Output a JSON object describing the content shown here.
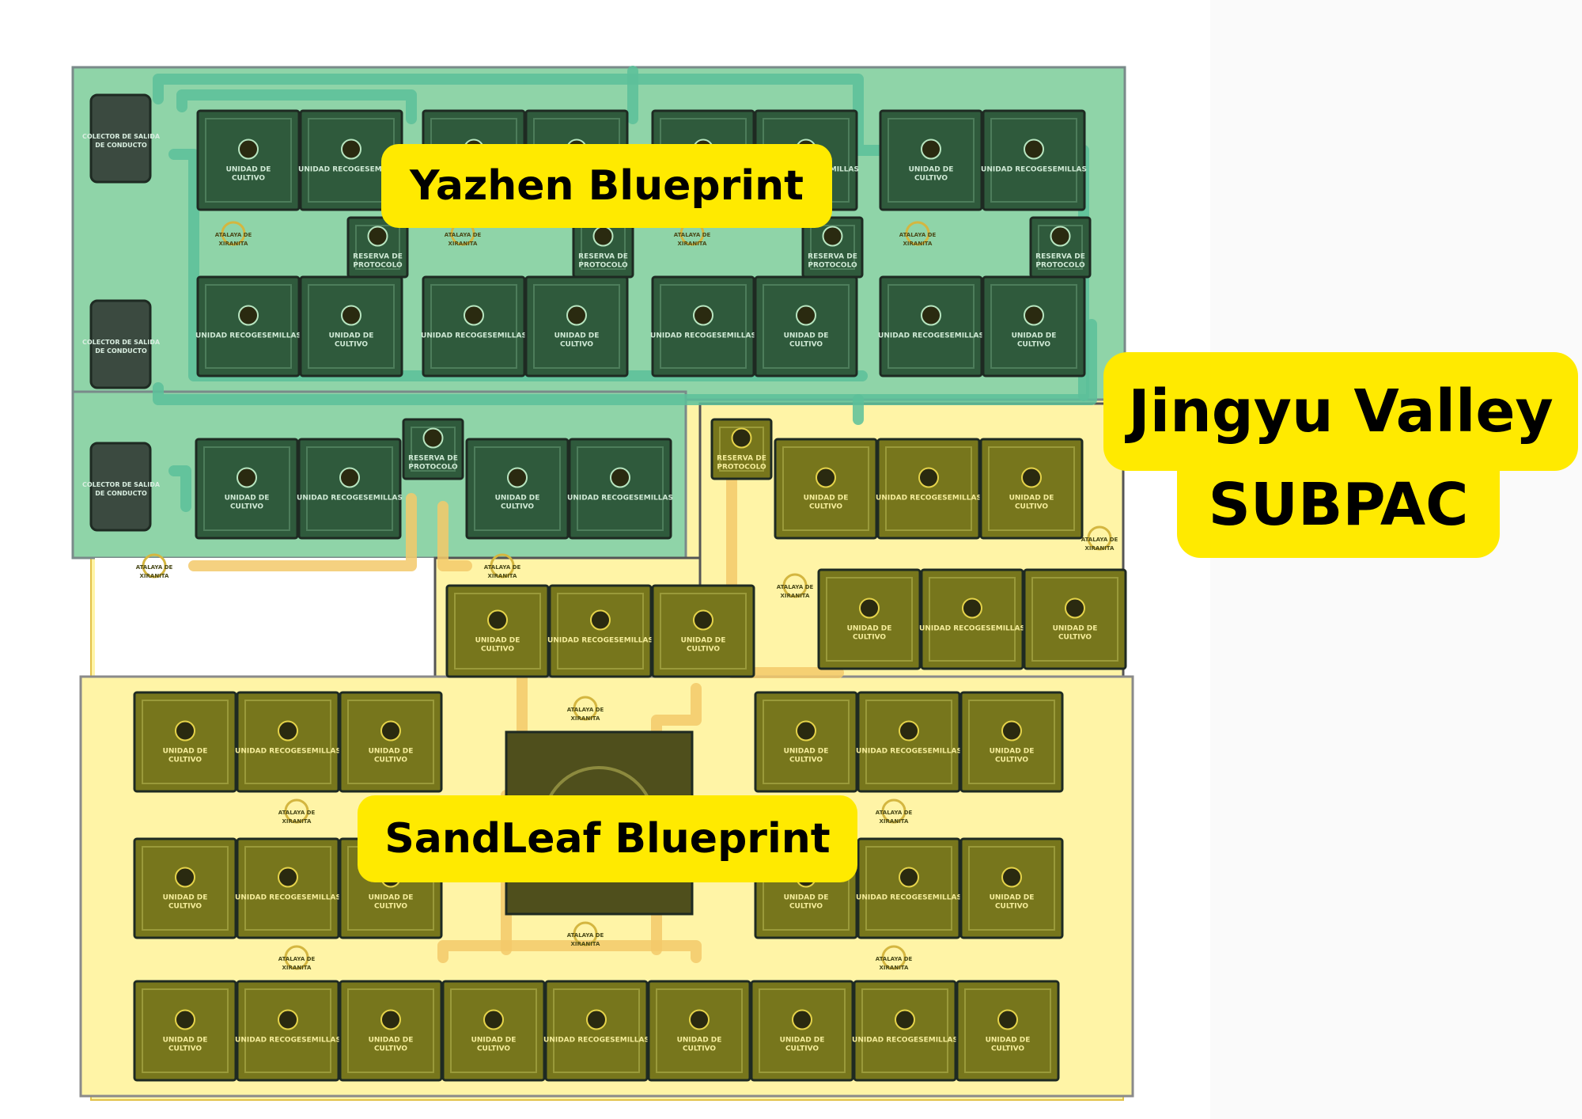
{
  "labels": {
    "yazhen": "Yazhen Blueprint",
    "sandleaf": "SandLeaf Blueprint",
    "jingyu_line1": "Jingyu Valley",
    "jingyu_line2": "SUBPAC"
  },
  "building_types": {
    "cultivo": "UNIDAD DE CULTIVO",
    "recoge": "UNIDAD RECOGESEMILLAS",
    "reserva": "RESERVA DE PROTOCOLO",
    "atalaya": "ATALAYA DE XIRANITA",
    "colector": "COLECTOR DE SALIDA DE CONDUCTO"
  },
  "colors": {
    "yazhen_zone": "#8fd4a8",
    "subpac_zone": "#fff4a6",
    "green_unit": "#2f5a3c",
    "olive_unit": "#77761c",
    "pipe": "#f3c96a"
  }
}
